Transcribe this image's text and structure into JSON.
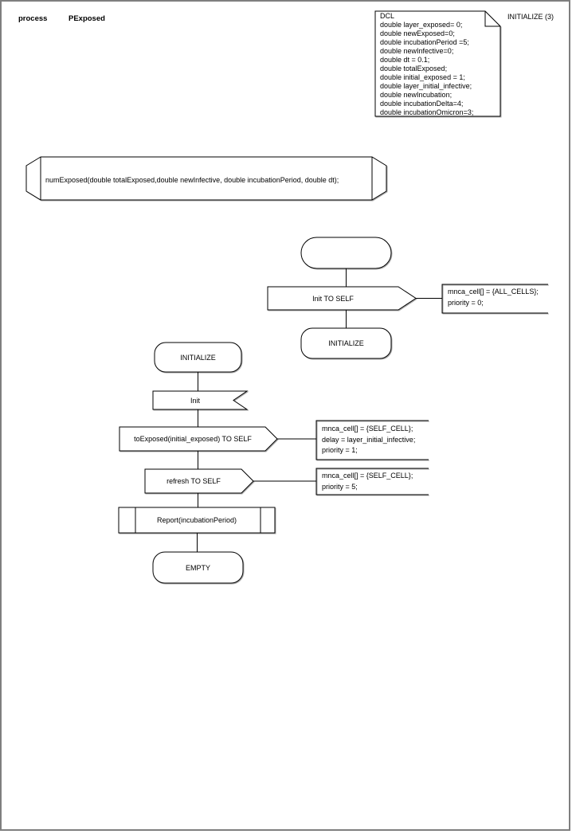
{
  "header": {
    "kind": "process",
    "name": "PExposed",
    "page_label": "INITIALIZE (3)"
  },
  "dcl": {
    "lines": [
      "DCL",
      "double layer_exposed= 0;",
      "double newExposed=0;",
      "double incubationPeriod =5;",
      "double newInfective=0;",
      "double dt = 0.1;",
      "double totalExposed;",
      "double initial_exposed = 1;",
      "double layer_initial_infective;",
      "double newIncubation;",
      "double incubationDelta=4;",
      "double incubationOmicron=3;"
    ]
  },
  "procedure_decl": {
    "text": "numExposed(double totalExposed,double newInfective, double incubationPeriod, double dt);"
  },
  "start_flow": {
    "output_label": "Init TO SELF",
    "comment_lines": [
      "mnca_cell[] = {ALL_CELLS};",
      "priority = 0;"
    ],
    "next_state": "INITIALIZE"
  },
  "init_flow": {
    "state": "INITIALIZE",
    "input_label": "Init",
    "output_toexposed": "toExposed(initial_exposed) TO SELF",
    "comment_toexposed": [
      "mnca_cell[] = {SELF_CELL};",
      "delay = layer_initial_infective;",
      "priority = 1;"
    ],
    "output_refresh": "refresh TO SELF",
    "comment_refresh": [
      "mnca_cell[] = {SELF_CELL};",
      "priority = 5;"
    ],
    "procedure_call": "Report(incubationPeriod)",
    "end_state": "EMPTY"
  },
  "colors": {
    "stroke": "#000000",
    "shadow": "#ababab",
    "frame_border": "#7f7f7f",
    "background": "#ffffff"
  }
}
